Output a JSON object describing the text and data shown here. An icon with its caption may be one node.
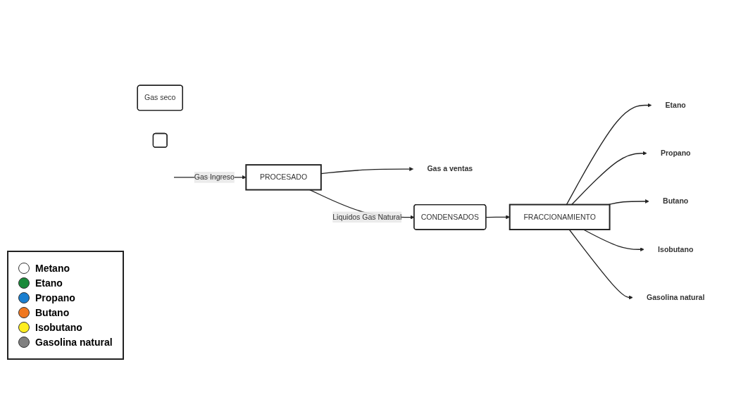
{
  "diagram": {
    "nodes": [
      {
        "text": [
          "PROCESADO"
        ]
      },
      {
        "text": [
          "Gas seco"
        ]
      },
      {
        "text": [],
        "shape": "box"
      },
      {
        "text": [
          "Gas a ventas"
        ]
      },
      {
        "text": [
          "FRACCIONAMIENTO"
        ]
      },
      {
        "text": [
          "CONDENSADOS"
        ]
      },
      {
        "text": [
          "Etano"
        ]
      },
      {
        "text": [
          "Propano"
        ]
      },
      {
        "text": [
          "Butano"
        ]
      },
      {
        "text": [
          "Isobutano"
        ]
      },
      {
        "text": [
          "Gasolina natural"
        ]
      }
    ],
    "edges": [
      {
        "from": null,
        "to": 0,
        "arrow": "to",
        "label": "Gas Ingreso"
      },
      {
        "from": 0,
        "to": 3,
        "arrow": "to"
      },
      {
        "from": 0,
        "to": 5,
        "arrow": "to",
        "label": "Liquidos Gas Natural"
      },
      {
        "from": 5,
        "to": 4,
        "arrow": "to"
      },
      {
        "from": 4,
        "to": 6,
        "arrow": "to"
      },
      {
        "from": 4,
        "to": 7,
        "arrow": "to"
      },
      {
        "from": 4,
        "to": 8,
        "arrow": "to"
      },
      {
        "from": 4,
        "to": 9,
        "arrow": "to"
      },
      {
        "from": 4,
        "to": 10,
        "arrow": "to"
      }
    ],
    "legend": [
      {
        "text": "Metano",
        "color": "#ffffff"
      },
      {
        "text": "Etano",
        "color": "#1a8a3a"
      },
      {
        "text": "Propano",
        "color": "#1a7fd0"
      },
      {
        "text": "Butano",
        "color": "#f07820"
      },
      {
        "text": "Isobutano",
        "color": "#ffee20"
      },
      {
        "text": "Gasolina natural",
        "color": "#808080"
      }
    ]
  }
}
